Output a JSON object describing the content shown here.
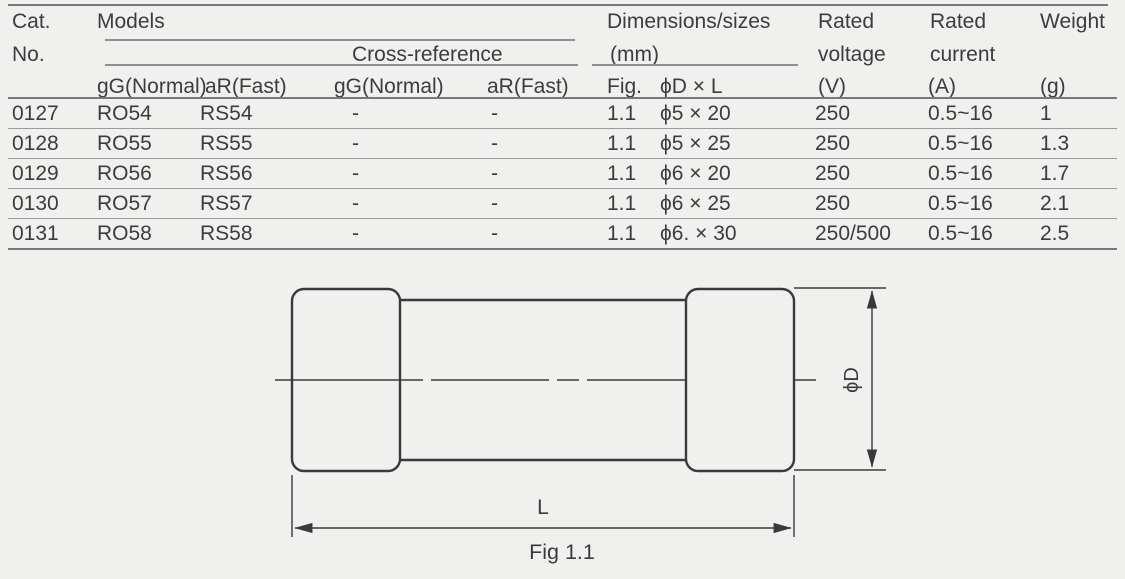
{
  "page": {
    "background": "#f0f0ee",
    "text_color": "#3c3c3c",
    "line_color_major": "#787878",
    "line_color_minor": "#9a9a9a",
    "diagram_stroke": "#3a3a3a"
  },
  "table": {
    "header": {
      "cat_line1": "Cat.",
      "cat_line2": "No.",
      "models": "Models",
      "cross_reference": "Cross-reference",
      "sub_col1": "gG(Normal)",
      "sub_col2": "aR(Fast)",
      "sub_col3": "gG(Normal)",
      "sub_col4": "aR(Fast)",
      "dimensions_line1": "Dimensions/sizes",
      "dimensions_line2": "(mm)",
      "fig": "Fig.",
      "d_x_l": "ϕD × L",
      "voltage_line1": "Rated",
      "voltage_line2": "voltage",
      "voltage_line3": "(V)",
      "current_line1": "Rated",
      "current_line2": "current",
      "current_line3": "(A)",
      "weight_line1": "Weight",
      "weight_line2": "(g)"
    },
    "rows": [
      [
        "0127",
        "RO54",
        "RS54",
        "-",
        "-",
        "1.1",
        "ϕ5 × 20",
        "250",
        "0.5~16",
        "1"
      ],
      [
        "0128",
        "RO55",
        "RS55",
        "-",
        "-",
        "1.1",
        "ϕ5 × 25",
        "250",
        "0.5~16",
        "1.3"
      ],
      [
        "0129",
        "RO56",
        "RS56",
        "-",
        "-",
        "1.1",
        "ϕ6 × 20",
        "250",
        "0.5~16",
        "1.7"
      ],
      [
        "0130",
        "RO57",
        "RS57",
        "-",
        "-",
        "1.1",
        "ϕ6 × 25",
        "250",
        "0.5~16",
        "2.1"
      ],
      [
        "0131",
        "RO58",
        "RS58",
        "-",
        "-",
        "1.1",
        "ϕ6. × 30",
        "250/500",
        "0.5~16",
        "2.5"
      ]
    ]
  },
  "figure": {
    "caption": "Fig 1.1",
    "length_label": "L",
    "diameter_label": "ϕD"
  }
}
